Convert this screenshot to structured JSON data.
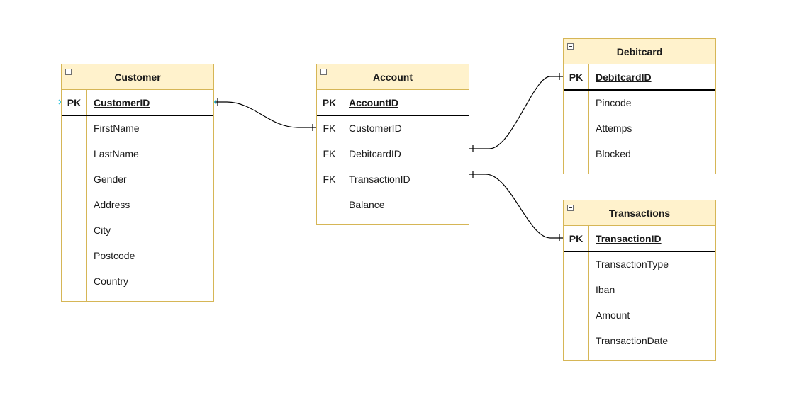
{
  "colors": {
    "header_fill": "#fff2cc",
    "border": "#d6b656",
    "edge": "#000000",
    "handle": "#3ec7e0"
  },
  "icons": {
    "collapse": "minus-square-icon",
    "selection_handle": "x-handle-icon"
  },
  "tables": {
    "customer": {
      "title": "Customer",
      "pk": {
        "key": "PK",
        "name": "CustomerID"
      },
      "rows": [
        {
          "key": "",
          "name": "FirstName"
        },
        {
          "key": "",
          "name": "LastName"
        },
        {
          "key": "",
          "name": "Gender"
        },
        {
          "key": "",
          "name": "Address"
        },
        {
          "key": "",
          "name": "City"
        },
        {
          "key": "",
          "name": "Postcode"
        },
        {
          "key": "",
          "name": "Country"
        }
      ]
    },
    "account": {
      "title": "Account",
      "pk": {
        "key": "PK",
        "name": "AccountID"
      },
      "rows": [
        {
          "key": "FK",
          "name": "CustomerID"
        },
        {
          "key": "FK",
          "name": "DebitcardID"
        },
        {
          "key": "FK",
          "name": "TransactionID"
        },
        {
          "key": "",
          "name": "Balance"
        }
      ]
    },
    "debitcard": {
      "title": "Debitcard",
      "pk": {
        "key": "PK",
        "name": "DebitcardID"
      },
      "rows": [
        {
          "key": "",
          "name": "Pincode"
        },
        {
          "key": "",
          "name": "Attemps"
        },
        {
          "key": "",
          "name": "Blocked"
        }
      ]
    },
    "transactions": {
      "title": "Transactions",
      "pk": {
        "key": "PK",
        "name": "TransactionID"
      },
      "rows": [
        {
          "key": "",
          "name": "TransactionType"
        },
        {
          "key": "",
          "name": "Iban"
        },
        {
          "key": "",
          "name": "Amount"
        },
        {
          "key": "",
          "name": "TransactionDate"
        }
      ]
    }
  },
  "relationships": [
    {
      "from": "Customer.CustomerID",
      "to": "Account.CustomerID",
      "from_end": "one",
      "to_end": "one"
    },
    {
      "from": "Account.DebitcardID",
      "to": "Debitcard.DebitcardID",
      "from_end": "one",
      "to_end": "one"
    },
    {
      "from": "Account.TransactionID",
      "to": "Transactions.TransactionID",
      "from_end": "one",
      "to_end": "one"
    }
  ]
}
